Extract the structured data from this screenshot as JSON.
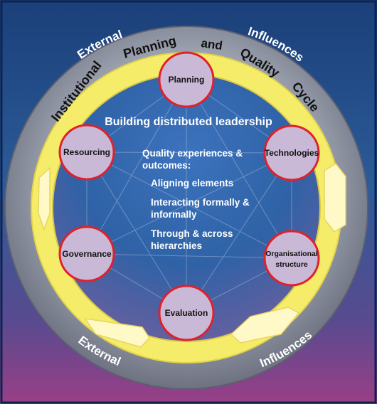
{
  "outer_ring": {
    "top_left": "External",
    "top_right": "Influences",
    "bottom_left": "External",
    "bottom_right": "Influences"
  },
  "cycle": {
    "words": [
      "Institutional",
      "Planning",
      "and",
      "Quality",
      "Cycle"
    ]
  },
  "center": {
    "headline": "Building distributed leadership",
    "lines": [
      "Quality experiences &",
      "outcomes:",
      "Aligning elements",
      "Interacting formally &",
      "informally",
      "Through & across",
      "hierarchies"
    ]
  },
  "nodes": {
    "planning": "Planning",
    "technologies": "Technologies",
    "org_line1": "Organisational",
    "org_line2": "structure",
    "evaluation": "Evaluation",
    "governance": "Governance",
    "resourcing": "Resourcing"
  },
  "colors": {
    "ring_yellow": "#f6ee6e",
    "node_fill": "#c9b8d6",
    "node_border": "#e0202a",
    "background_top": "#1b447f",
    "background_bottom": "#7a3a7e"
  }
}
